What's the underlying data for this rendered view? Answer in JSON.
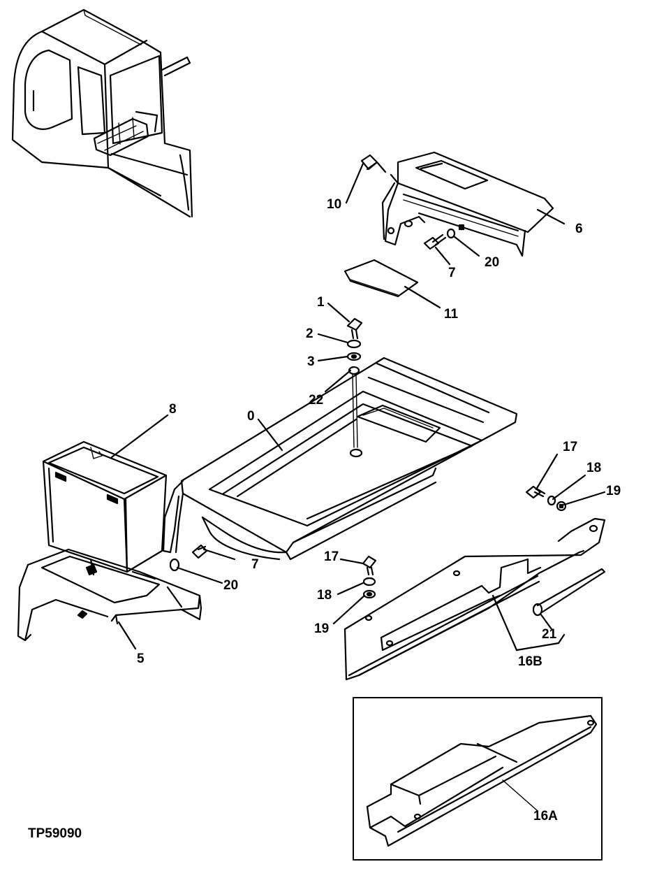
{
  "figure_id": "TP59090",
  "callouts": {
    "c0": "0",
    "c1": "1",
    "c2": "2",
    "c3": "3",
    "c5": "5",
    "c6": "6",
    "c7_top": "7",
    "c7_mid": "7",
    "c8": "8",
    "c10": "10",
    "c11": "11",
    "c16a": "16A",
    "c16b": "16B",
    "c17_right": "17",
    "c17_mid": "17",
    "c18_right": "18",
    "c18_mid": "18",
    "c19_right": "19",
    "c19_mid": "19",
    "c20_top": "20",
    "c20_mid": "20",
    "c21": "21",
    "c22": "22"
  }
}
